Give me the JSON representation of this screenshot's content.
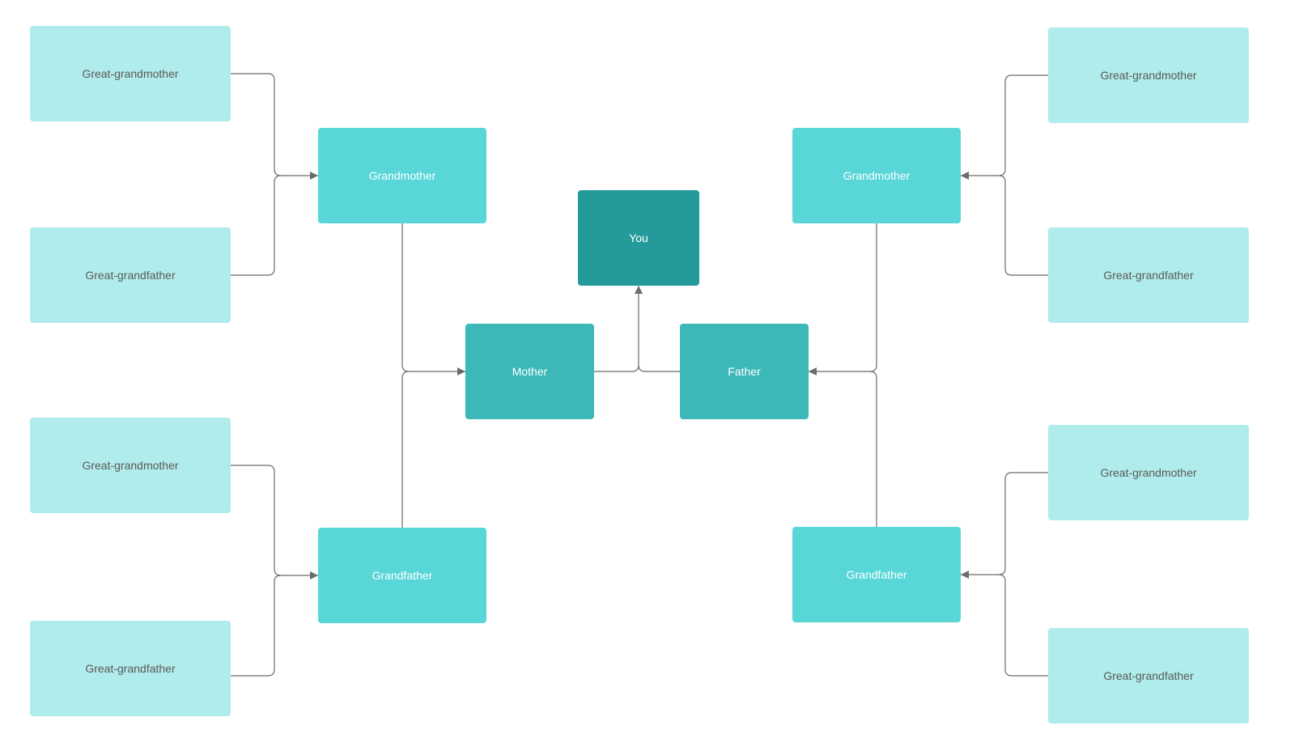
{
  "colors": {
    "great_grandparent": "#b0eceb",
    "grandparent": "#58d6d8",
    "parent": "#3db8b9",
    "self": "#249a9a",
    "connector": "#6b6b6b",
    "dark_text": "#5a5a5a",
    "light_text": "#ffffff"
  },
  "nodes": {
    "you": "You",
    "mother": "Mother",
    "father": "Father",
    "maternal_grandmother": "Grandmother",
    "maternal_grandfather": "Grandfather",
    "paternal_grandmother": "Grandmother",
    "paternal_grandfather": "Grandfather",
    "maternal_great_grandmother_1": "Great-grandmother",
    "maternal_great_grandfather_1": "Great-grandfather",
    "maternal_great_grandmother_2": "Great-grandmother",
    "maternal_great_grandfather_2": "Great-grandfather",
    "paternal_great_grandmother_1": "Great-grandmother",
    "paternal_great_grandfather_1": "Great-grandfather",
    "paternal_great_grandmother_2": "Great-grandmother",
    "paternal_great_grandfather_2": "Great-grandfather"
  }
}
